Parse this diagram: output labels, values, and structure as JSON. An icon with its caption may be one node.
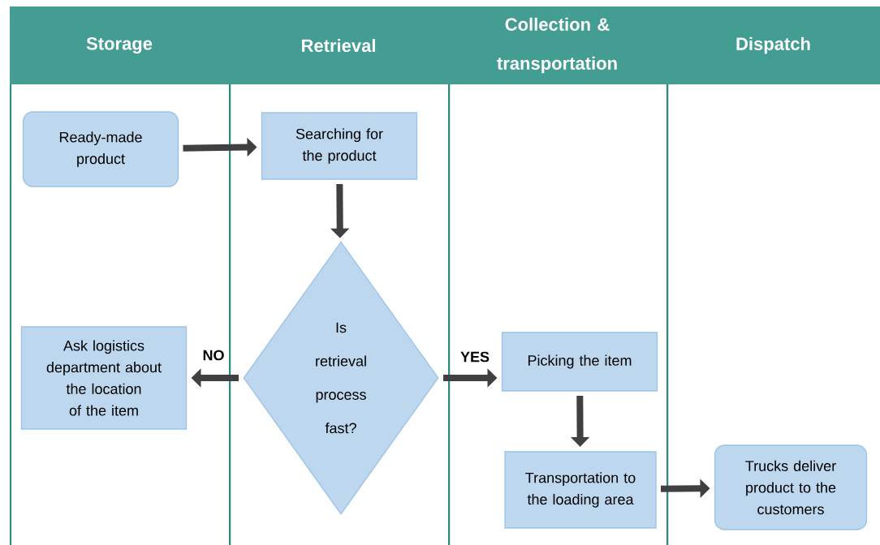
{
  "diagram": {
    "nodes": [
      {
        "text": [
          "Storage"
        ]
      },
      {
        "text": [
          "Retrieval"
        ]
      },
      {
        "text": [
          "Collection & transportation"
        ]
      },
      {
        "text": [
          "Dispatch"
        ]
      },
      {
        "text": [
          "Ready-made product"
        ],
        "in": 0
      },
      {
        "text": [
          "Searching for the product"
        ],
        "in": 1
      },
      {
        "text": [
          "Is retrieval process fast?"
        ],
        "in": 1
      },
      {
        "text": [
          "Ask logistics department about the location of the item"
        ],
        "in": 0
      },
      {
        "text": [
          "Picking the item"
        ],
        "in": 2
      },
      {
        "text": [
          "Transportation to the loading area"
        ],
        "in": 2
      },
      {
        "text": [
          "Trucks deliver product to the customers"
        ],
        "in": 3
      }
    ],
    "edges": [
      {
        "from": 4,
        "to": 5,
        "arrow": "to"
      },
      {
        "from": 5,
        "to": 6,
        "arrow": "to"
      },
      {
        "from": 6,
        "to": 7,
        "arrow": "to",
        "label": "NO"
      },
      {
        "from": 6,
        "to": 8,
        "arrow": "to",
        "label": "YES"
      },
      {
        "from": 8,
        "to": 9,
        "arrow": "to"
      },
      {
        "from": 9,
        "to": 10,
        "arrow": "to"
      }
    ]
  }
}
